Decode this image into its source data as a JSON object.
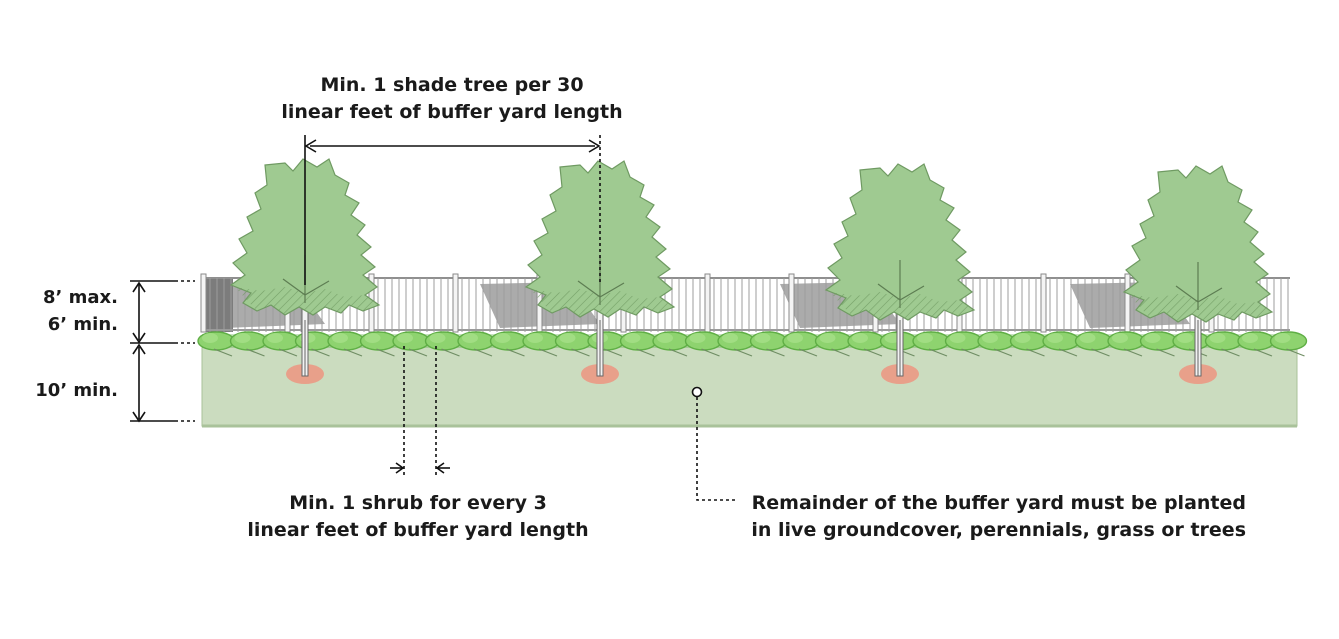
{
  "labels": {
    "tree_spacing_line1": "Min. 1 shade tree per 30",
    "tree_spacing_line2": "linear feet of buffer yard length",
    "fence_max": "8’ max.",
    "fence_min": "6’ min.",
    "yard_depth": "10’ min.",
    "shrub_spacing_line1": "Min. 1 shrub for every 3",
    "shrub_spacing_line2": "linear feet of buffer yard length",
    "remainder_line1": "Remainder of the buffer yard must be planted",
    "remainder_line2": "in live groundcover, perennials, grass or trees"
  },
  "tree_count": 4,
  "colors": {
    "ground": "#cbdcbf",
    "ground_edge": "#a9c29a",
    "shrub": "#8ed36f",
    "shrub_dark": "#5fae45",
    "tree_canopy": "#9fca91",
    "tree_canopy_edge": "#6f9a62",
    "mulch": "#e8a08a",
    "fence": "#8a8a8a",
    "fence_shadow": "#8f8f8f",
    "line": "#111111"
  }
}
